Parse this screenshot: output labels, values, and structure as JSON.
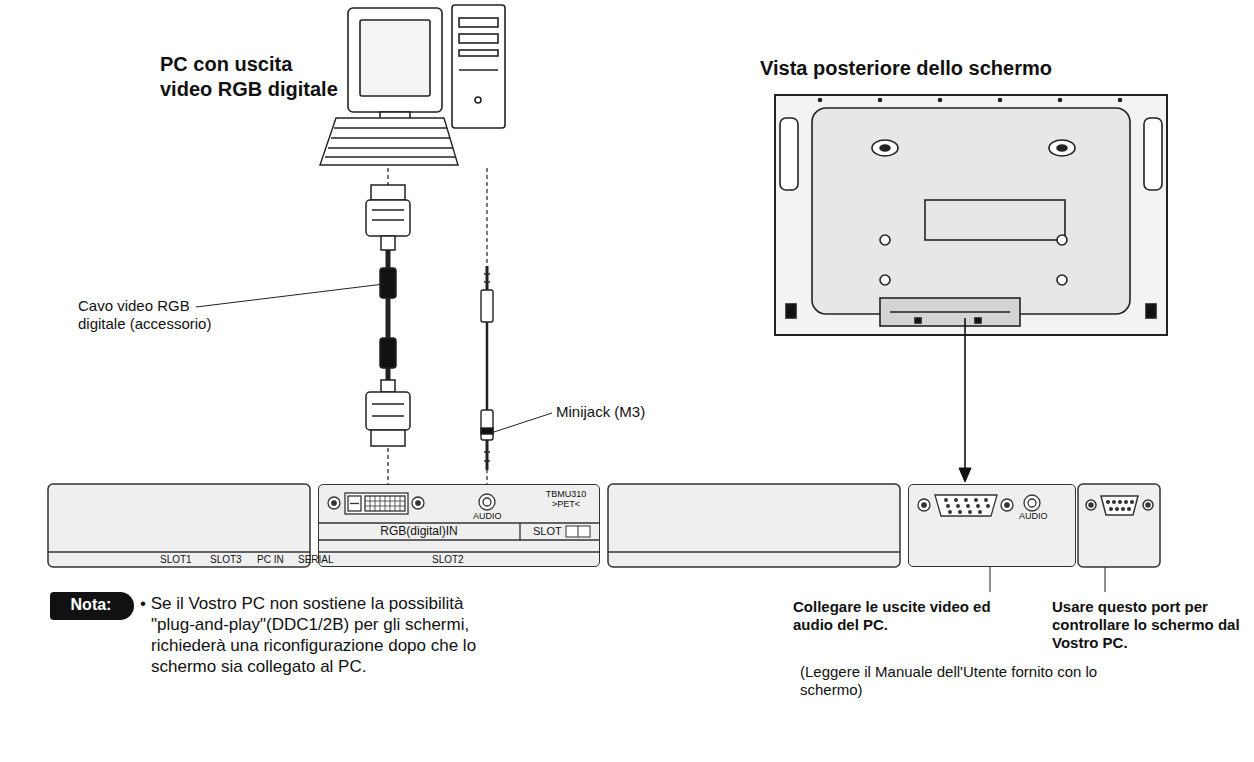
{
  "diagram": {
    "nodes": [
      {
        "text": [
          "PC con uscita video RGB digitale"
        ]
      },
      {
        "text": [
          "AUDIO",
          "TBMU310 >PET<",
          "RGB(digital)IN",
          "SLOT"
        ]
      },
      {
        "text": [
          "AUDIO"
        ]
      },
      {
        "text": [
          "Nota:"
        ]
      }
    ],
    "edges": [
      {
        "from": 0,
        "to": 1,
        "arrow": "none"
      },
      {
        "from": 0,
        "to": 1,
        "arrow": "none"
      }
    ],
    "labels": [
      "Vista posteriore dello schermo",
      "Cavo video RGB digitale (accessorio)",
      "Minijack (M3)",
      "SLOT1",
      "SLOT3",
      "PC IN",
      "SERIAL",
      "SLOT2",
      "• Se il Vostro PC non sostiene la possibilità \"plug-and-play\"(DDC1/2B) per gli schermi, richiederà una riconfigurazione dopo che lo schermo sia collegato al PC.",
      "Collegare le uscite video ed audio del PC.",
      "Usare questo port per controllare lo schermo dal Vostro PC.",
      "(Leggere il Manuale dell'Utente fornito con lo schermo)"
    ]
  }
}
